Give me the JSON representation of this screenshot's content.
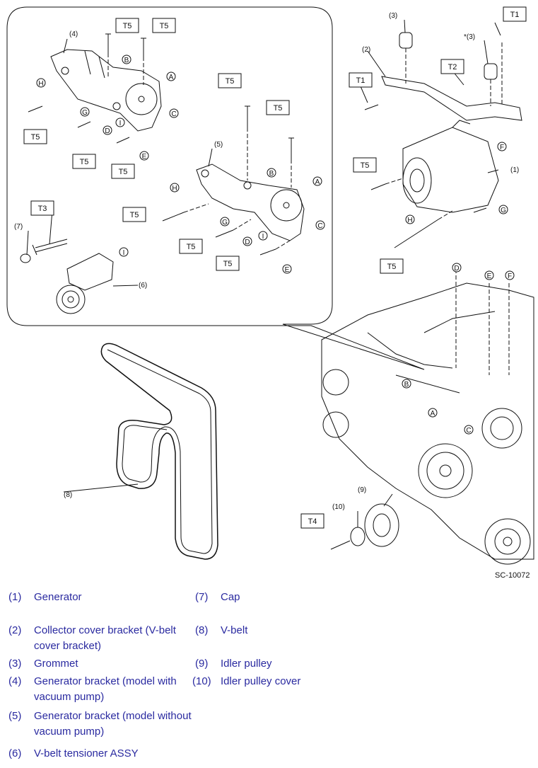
{
  "diagram": {
    "figure_id": "SC-10072",
    "torque_tags": {
      "t1": "T1",
      "t2": "T2",
      "t3": "T3",
      "t4": "T4",
      "t5": "T5"
    },
    "letters": [
      "A",
      "B",
      "C",
      "D",
      "E",
      "F",
      "G",
      "H",
      "I"
    ],
    "part_callouts": {
      "p1": "(1)",
      "p2": "(2)",
      "p3": "(3)",
      "p3star": "*(3)",
      "p4": "(4)",
      "p5": "(5)",
      "p6": "(6)",
      "p7": "(7)",
      "p8": "(8)",
      "p9": "(9)",
      "p10": "(10)"
    }
  },
  "legend": [
    {
      "num": "(1)",
      "text": "Generator"
    },
    {
      "num": "(2)",
      "text": "Collector cover bracket (V-belt cover bracket)"
    },
    {
      "num": "(3)",
      "text": "Grommet"
    },
    {
      "num": "(4)",
      "text": "Generator bracket (model with vacuum pump)"
    },
    {
      "num": "(5)",
      "text": "Generator bracket (model without vacuum pump)"
    },
    {
      "num": "(6)",
      "text": "V-belt tensioner ASSY"
    },
    {
      "num": "(7)",
      "text": "Cap"
    },
    {
      "num": "(8)",
      "text": "V-belt"
    },
    {
      "num": "(9)",
      "text": "Idler pulley"
    },
    {
      "num": "(10)",
      "text": "Idler pulley cover"
    }
  ]
}
